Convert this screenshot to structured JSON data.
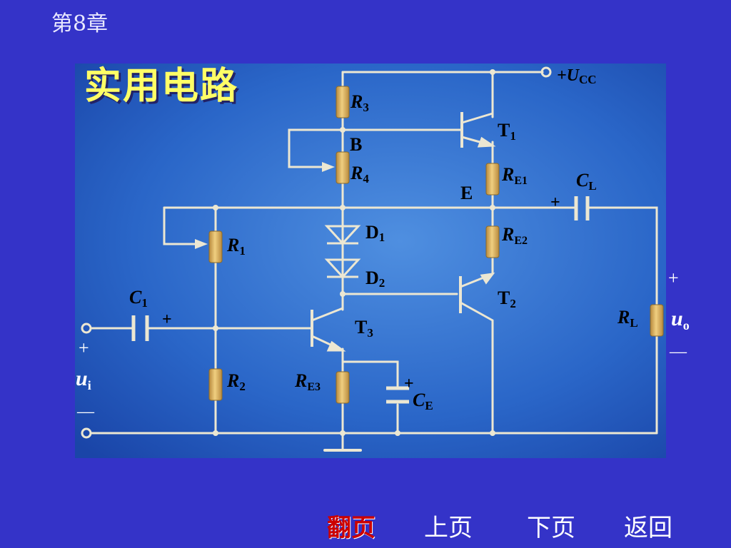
{
  "chapter": "第8章",
  "title": "实用电路",
  "labels": {
    "ucc_main": "+U",
    "ucc_sub": "CC",
    "r3": "R",
    "r3_sub": "3",
    "r4": "R",
    "r4_sub": "4",
    "r1": "R",
    "r1_sub": "1",
    "r2": "R",
    "r2_sub": "2",
    "re1": "R",
    "re1_sub": "E1",
    "re2": "R",
    "re2_sub": "E2",
    "re3": "R",
    "re3_sub": "E3",
    "rl": "R",
    "rl_sub": "L",
    "cl": "C",
    "cl_sub": "L",
    "c1": "C",
    "c1_sub": "1",
    "ce": "C",
    "ce_sub": "E",
    "t1": "T",
    "t1_sub": "1",
    "t2": "T",
    "t2_sub": "2",
    "t3": "T",
    "t3_sub": "3",
    "d1": "D",
    "d1_sub": "1",
    "d2": "D",
    "d2_sub": "2",
    "node_b": "B",
    "node_e": "E",
    "plus": "+",
    "minus": "—",
    "ui": "u",
    "ui_sub": "i",
    "uo": "u",
    "uo_sub": "o"
  },
  "nav": {
    "flip": "翻页",
    "prev": "上页",
    "next": "下页",
    "back": "返回"
  },
  "colors": {
    "background": "#3433c8",
    "title": "#ffff66",
    "wire": "#ece7d2",
    "resistor": "#d8b062"
  }
}
